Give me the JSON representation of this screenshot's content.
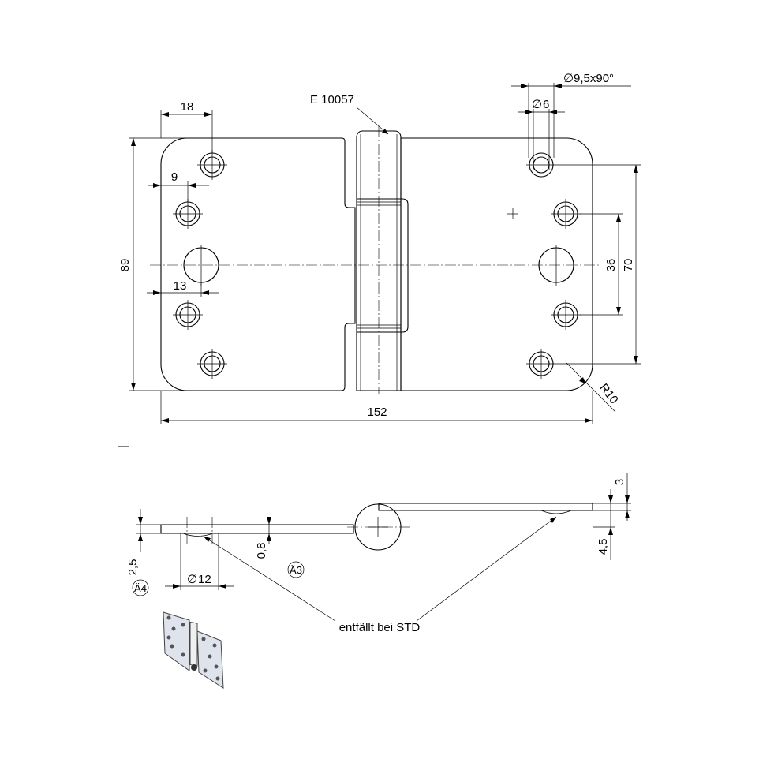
{
  "drawing": {
    "part_number": "E 10057",
    "dimensions": {
      "width_total": "152",
      "height_total": "89",
      "hole_x_offset_outer": "18",
      "hole_x_offset_inner": "9",
      "center_hole_offset": "13",
      "hole_pitch_inner": "36",
      "hole_pitch_outer": "70",
      "corner_radius": "R10",
      "countersink": "9,5x90°",
      "countersink_diameter_symbol": "∅",
      "bore": "6",
      "bore_diameter_symbol": "∅",
      "thickness_leaf": "3",
      "thickness_total": "4,5",
      "leaf_thickness_left": "2,5",
      "clearance": "0,8",
      "boss_diameter": "12",
      "boss_diameter_symbol": "∅"
    },
    "revisions": {
      "rev_a3": "Ä3",
      "rev_a4": "Ä4"
    },
    "notes": {
      "omitted_for_std": "entfällt bei STD"
    }
  }
}
